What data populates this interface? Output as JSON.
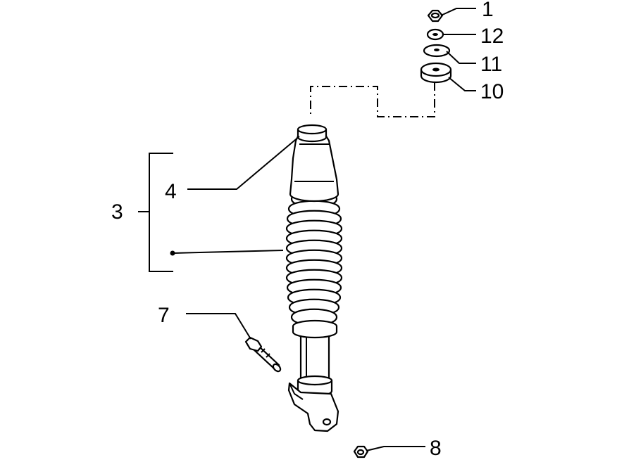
{
  "diagram": {
    "callouts": {
      "c1": "1",
      "c12": "12",
      "c11": "11",
      "c10": "10",
      "c3": "3",
      "c4": "4",
      "c7": "7",
      "c8": "8"
    },
    "colors": {
      "ink": "#000000",
      "background": "#ffffff"
    }
  }
}
